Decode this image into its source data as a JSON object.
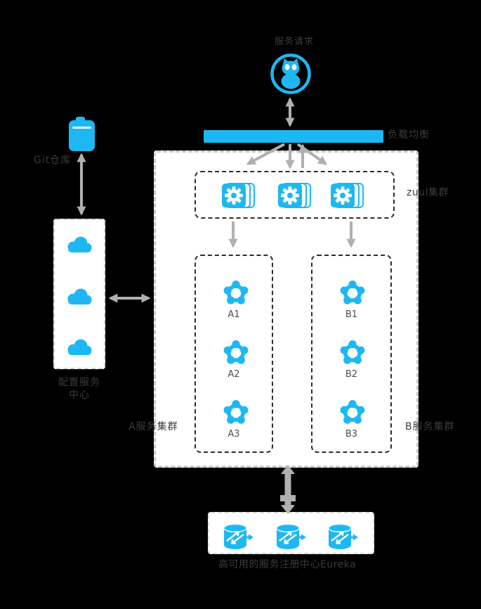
{
  "colors": {
    "accent": "#1db8f3",
    "background": "#000000",
    "box_background": "#ffffff",
    "container_border": "#c9c9c9",
    "inner_border": "#2d2d2d",
    "connector": "#b0b0b0",
    "label_text": "#3b3b3b"
  },
  "request": {
    "label": "服务请求",
    "icon": "user-icon"
  },
  "load_balancer": {
    "label": "负载均衡"
  },
  "zuul": {
    "label": "zuul集群",
    "instance_count": 3,
    "icon": "gear-icon"
  },
  "clusters": {
    "a": {
      "label": "A服务集群",
      "nodes": [
        {
          "label": "A1"
        },
        {
          "label": "A2"
        },
        {
          "label": "A3"
        }
      ]
    },
    "b": {
      "label": "B服务集群",
      "nodes": [
        {
          "label": "B1"
        },
        {
          "label": "B2"
        },
        {
          "label": "B3"
        }
      ]
    }
  },
  "config_center": {
    "git_label": "Git仓库",
    "label_line1": "配置服务",
    "label_line2": "中心",
    "cloud_count": 3
  },
  "registry": {
    "label": "高可用的服务注册中心Eureka",
    "database_count": 3
  }
}
